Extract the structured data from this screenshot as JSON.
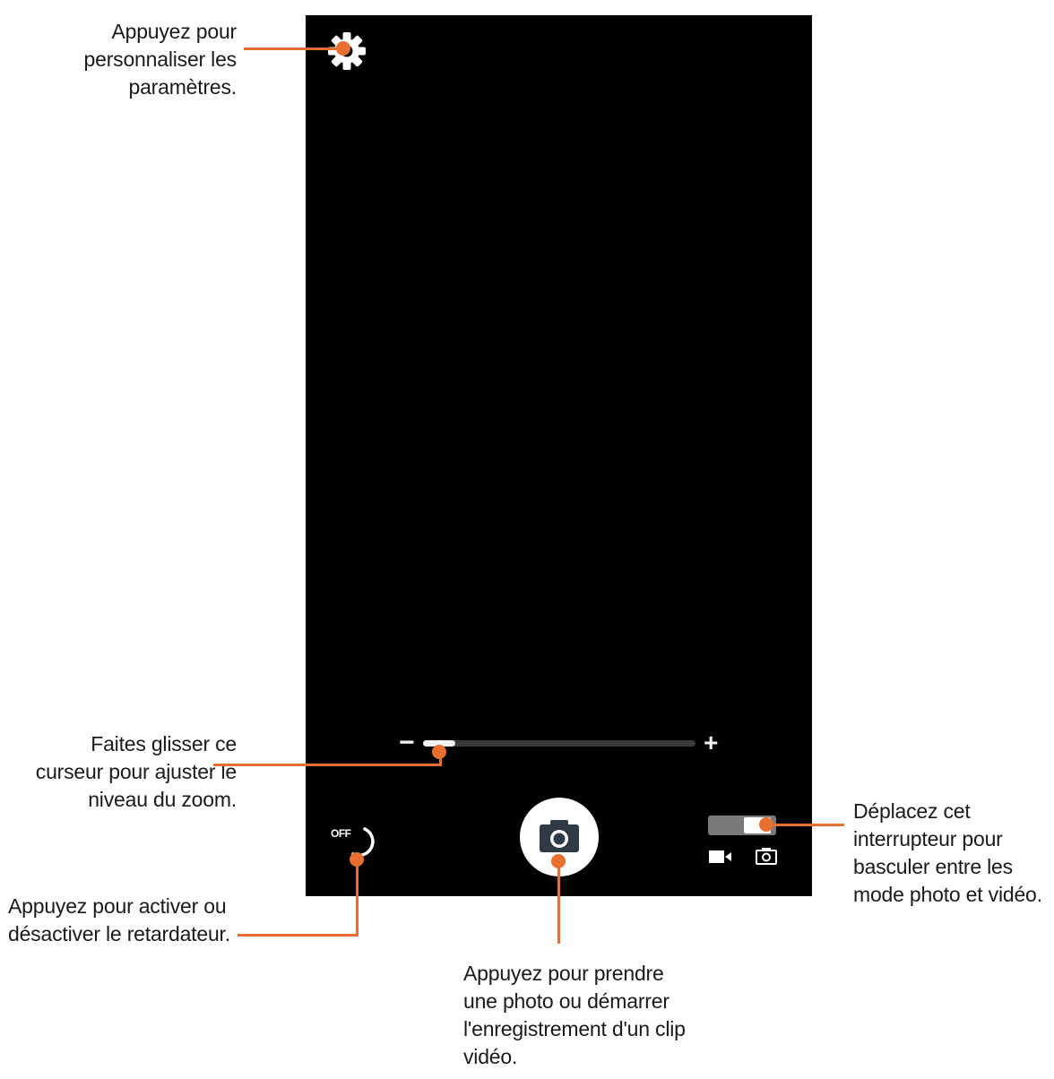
{
  "callouts": {
    "settings": [
      "Appuyez pour",
      "personnaliser les",
      "paramètres."
    ],
    "zoom": [
      "Faites glisser ce",
      "curseur pour ajuster le",
      "niveau du zoom."
    ],
    "timer": [
      "Appuyez pour activer ou",
      "désactiver le retardateur."
    ],
    "shutter": [
      "Appuyez pour prendre",
      "une photo ou démarrer",
      "l'enregistrement d'un clip",
      "vidéo."
    ],
    "mode": [
      "Déplacez cet",
      "interrupteur pour",
      "basculer entre les",
      "mode photo et vidéo."
    ]
  },
  "camera": {
    "timer_label": "OFF",
    "zoom_minus": "−",
    "zoom_plus": "+",
    "zoom_level": 0.12,
    "mode_position": 1,
    "mode_options": [
      "video",
      "photo"
    ]
  },
  "icons": {
    "settings": "gear-icon",
    "timer": "timer-icon",
    "shutter": "camera-icon",
    "video": "video-camera-icon",
    "photo": "photo-camera-icon"
  },
  "colors": {
    "accent": "#e76f2f",
    "screen": "#000000",
    "ui": "#ffffff"
  }
}
